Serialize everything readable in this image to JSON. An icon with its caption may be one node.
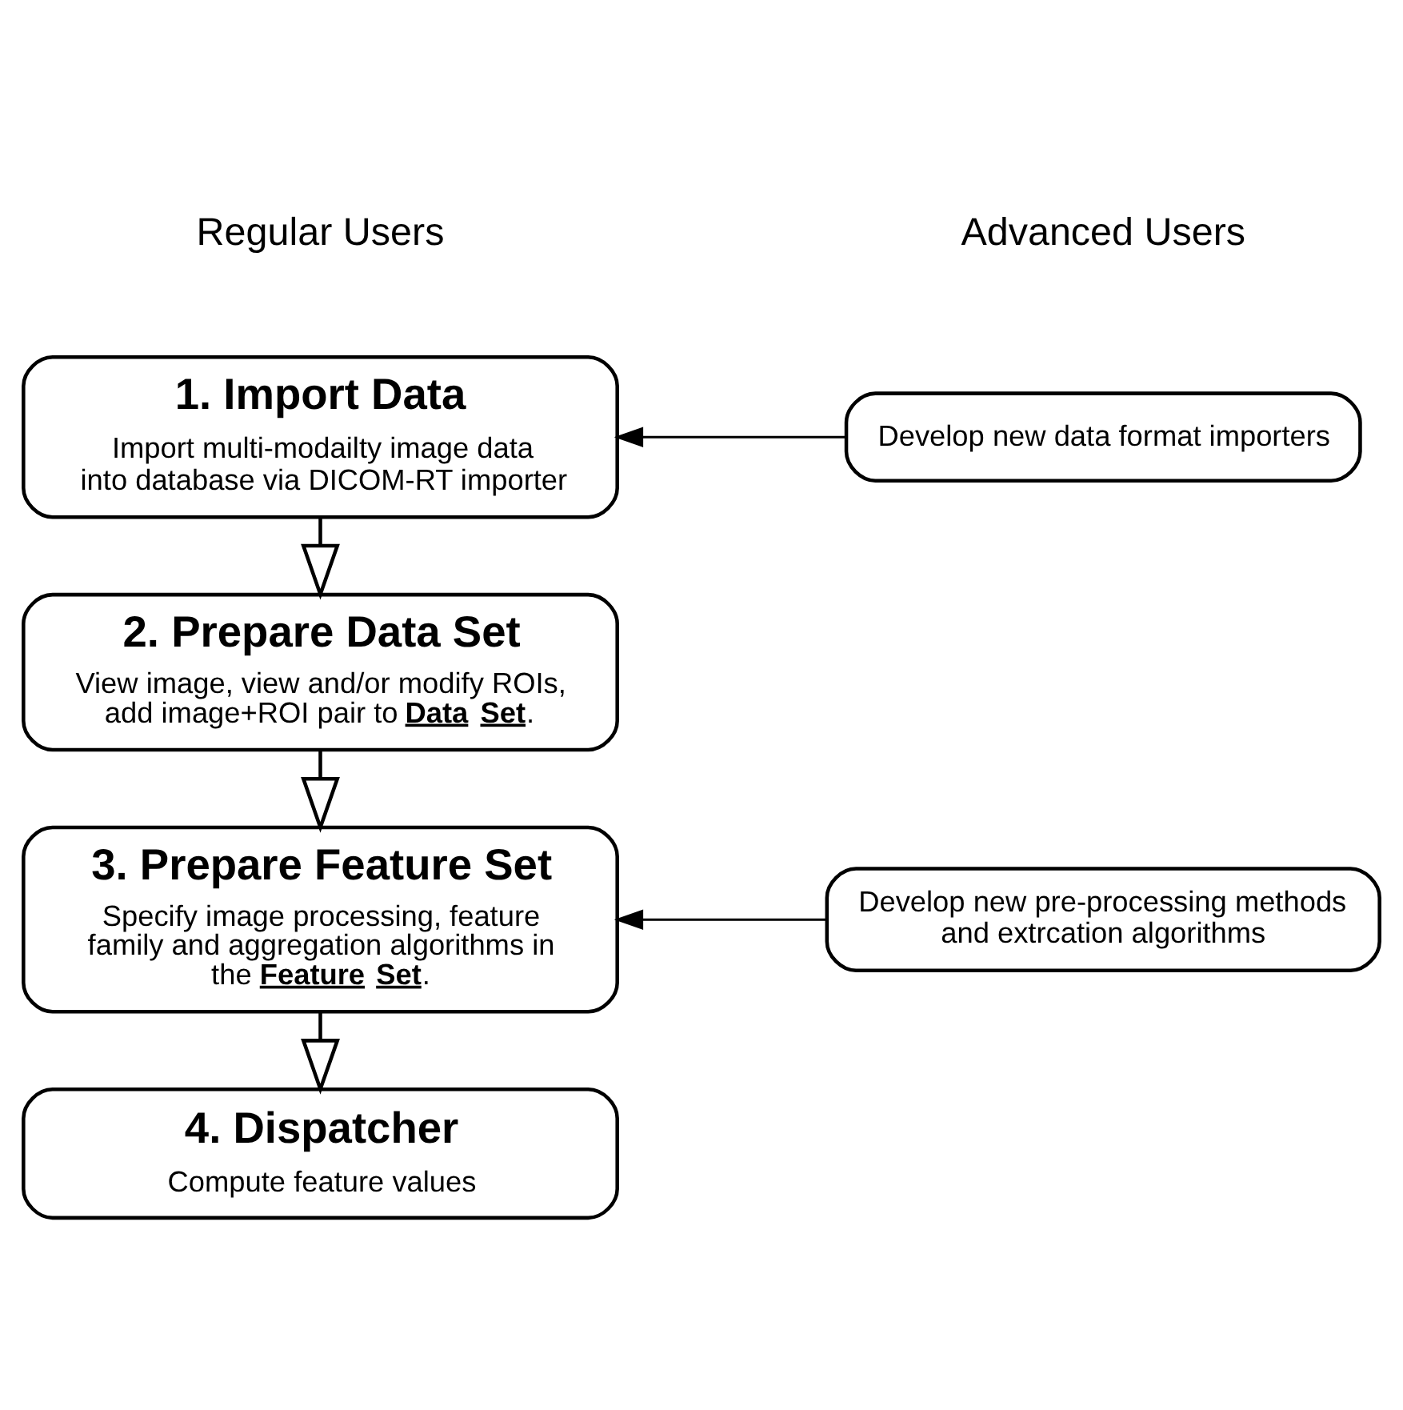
{
  "diagram": {
    "nodes": [
      {
        "text": [
          "1. Import Data",
          "Import multi-modailty image data into database via DICOM-RT importer"
        ]
      },
      {
        "text": [
          "2. Prepare Data Set",
          "View image, view and/or modify ROIs, add image+ROI pair to **Data Set**."
        ]
      },
      {
        "text": [
          "3. Prepare Feature Set",
          "Specify image processing, feature family and aggregation algorithms in the **Feature Set**."
        ]
      },
      {
        "text": [
          "4. Dispatcher",
          "Compute feature values"
        ]
      },
      {
        "text": [
          "Develop new data format importers"
        ]
      },
      {
        "text": [
          "Develop new pre-processing methods and extrcation algorithms"
        ]
      }
    ],
    "edges": [
      {
        "from": 0,
        "to": 1,
        "arrow": "to"
      },
      {
        "from": 1,
        "to": 2,
        "arrow": "to"
      },
      {
        "from": 2,
        "to": 3,
        "arrow": "to"
      },
      {
        "from": 4,
        "to": 0,
        "arrow": "to"
      },
      {
        "from": 5,
        "to": 2,
        "arrow": "to"
      }
    ],
    "labels": [
      "Regular Users",
      "Advanced Users"
    ]
  }
}
